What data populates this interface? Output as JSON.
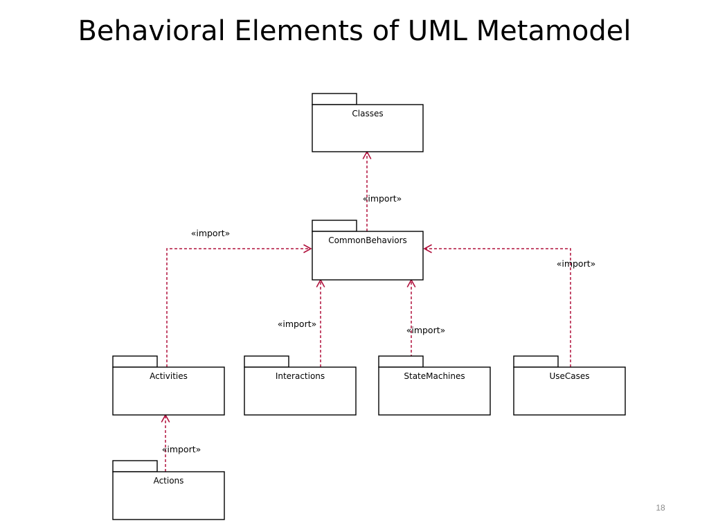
{
  "slide": {
    "title": "Behavioral Elements of UML Metamodel",
    "page_number": "18"
  },
  "diagram": {
    "colors": {
      "package_stroke": "#000000",
      "dependency": "#b0103c"
    },
    "packages": [
      {
        "id": "classes",
        "label": "Classes"
      },
      {
        "id": "common",
        "label": "CommonBehaviors"
      },
      {
        "id": "activities",
        "label": "Activities"
      },
      {
        "id": "interactions",
        "label": "Interactions"
      },
      {
        "id": "statemachines",
        "label": "StateMachines"
      },
      {
        "id": "usecases",
        "label": "UseCases"
      },
      {
        "id": "actions",
        "label": "Actions"
      }
    ],
    "dependencies": [
      {
        "from": "common",
        "to": "classes",
        "label": "«import»"
      },
      {
        "from": "activities",
        "to": "common",
        "label": "«import»"
      },
      {
        "from": "interactions",
        "to": "common",
        "label": "«import»"
      },
      {
        "from": "statemachines",
        "to": "common",
        "label": "«import»"
      },
      {
        "from": "usecases",
        "to": "common",
        "label": "«import»"
      },
      {
        "from": "actions",
        "to": "activities",
        "label": "«import»"
      }
    ]
  }
}
